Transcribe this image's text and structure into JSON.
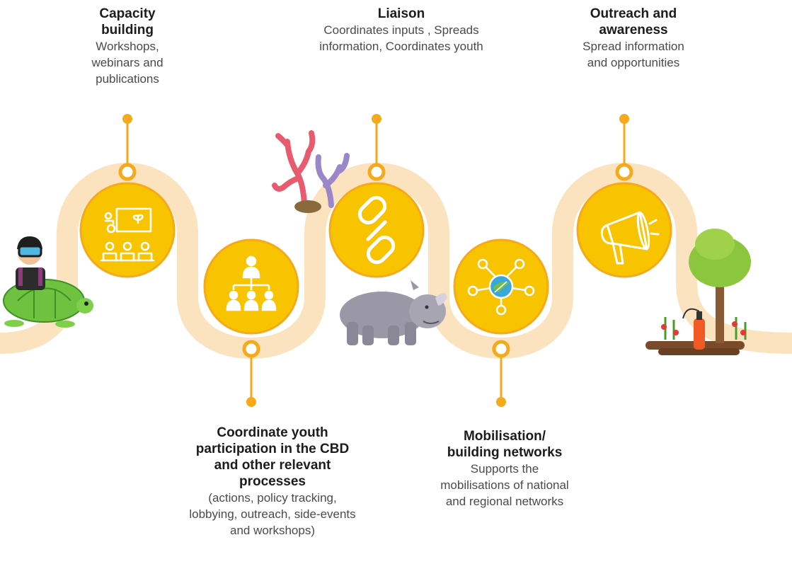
{
  "steps": [
    {
      "title": "Capacity building",
      "description": "Workshops, webinars and publications",
      "icon": "presentation-icon"
    },
    {
      "title": "Coordinate youth participation in the CBD and other relevant processes",
      "description": "(actions, policy tracking, lobbying, outreach, side-events and workshops)",
      "icon": "hierarchy-icon"
    },
    {
      "title": "Liaison",
      "description": "Coordinates inputs , Spreads information, Coordinates youth",
      "icon": "chain-link-icon"
    },
    {
      "title": "Mobilisation/ building networks",
      "description": "Supports the mobilisations of national and regional networks",
      "icon": "network-globe-icon"
    },
    {
      "title": "Outreach and awareness",
      "description": "Spread information and opportunities",
      "icon": "megaphone-icon"
    }
  ],
  "illustrations": [
    "diver-on-turtle",
    "coral",
    "rhino",
    "tree-and-garden"
  ],
  "colors": {
    "path": "#fbe3c0",
    "circle": "#f8c400",
    "circle_rim": "#f6a91a",
    "connector": "#f6a91a",
    "icon": "#ffffff"
  }
}
